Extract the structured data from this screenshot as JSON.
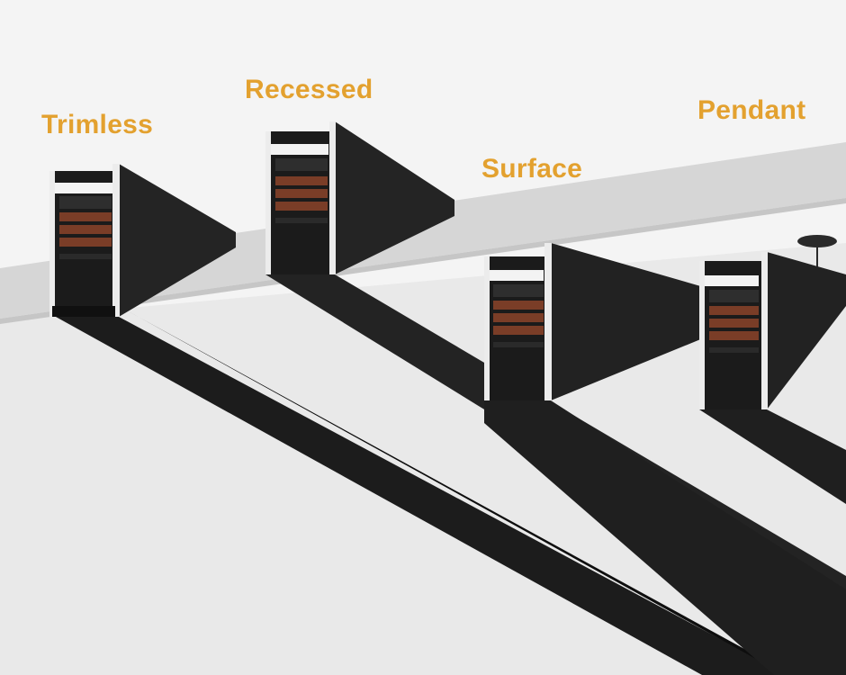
{
  "labels": {
    "trimless": "Trimless",
    "recessed": "Recessed",
    "surface": "Surface",
    "pendant": "Pendant"
  },
  "colors": {
    "label": "#e3a12f",
    "background": "#f4f4f4",
    "ceiling_top": "#d7d7d7",
    "ceiling_face": "#ebebeb",
    "profile": "#222222",
    "copper": "#7a3d27"
  }
}
